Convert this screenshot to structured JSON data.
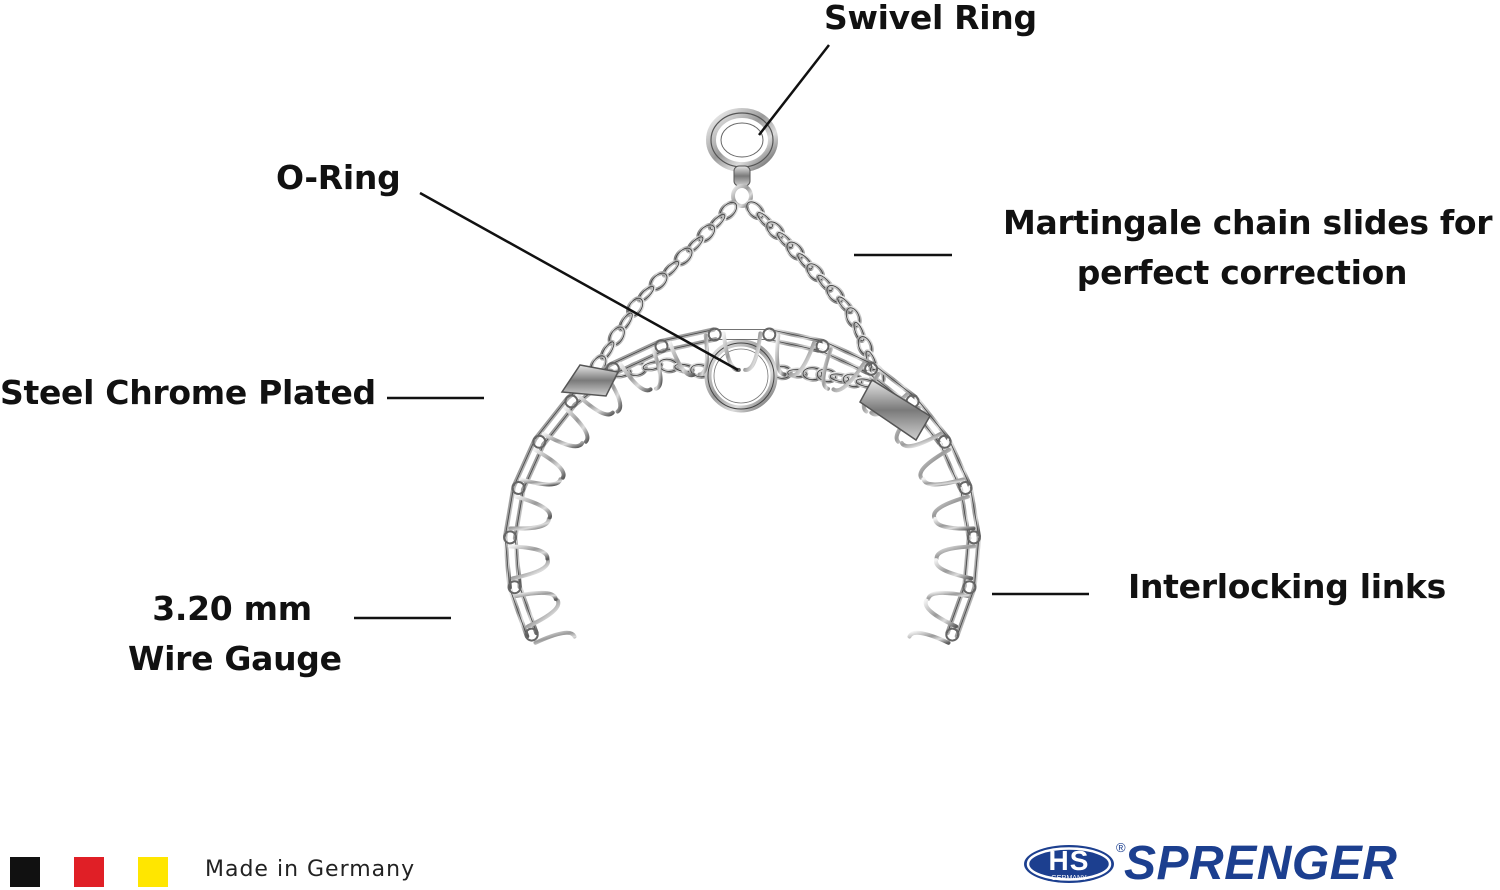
{
  "labels": {
    "swivel_ring": "Swivel Ring",
    "o_ring": "O-Ring",
    "martingale_line1": "Martingale chain slides for",
    "martingale_line2": "perfect correction",
    "steel_chrome": "Steel Chrome Plated",
    "interlocking": "Interlocking links",
    "wire_line1": "3.20 mm",
    "wire_line2": "Wire Gauge"
  },
  "footer": {
    "made_in": "Made in Germany",
    "flag_colors": [
      "#111111",
      "#e01f26",
      "#ffe600"
    ]
  },
  "brand": {
    "badge": "HS",
    "badge_sub": "GERMANY",
    "registered": "®",
    "name": "SPRENGER",
    "color": "#1c3f8f"
  },
  "icons": {
    "product": "prong-collar-illustration",
    "logo": "sprenger-logo"
  }
}
